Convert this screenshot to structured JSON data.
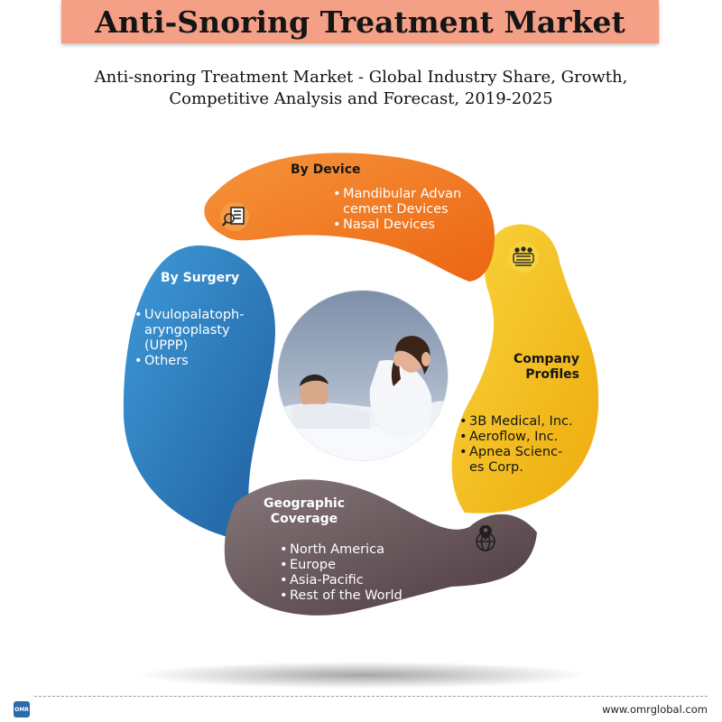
{
  "header": {
    "title": "Anti-Snoring Treatment Market",
    "subtitle_line1": "Anti-snoring Treatment Market - Global Industry Share, Growth,",
    "subtitle_line2": "Competitive Analysis and Forecast, 2019-2025"
  },
  "segments": {
    "device": {
      "title": "By Device",
      "items": [
        "Mandibular Advan",
        "cement Devices",
        "Nasal Devices"
      ],
      "color": "#f07a1c",
      "icon": "report-magnifier-icon"
    },
    "company": {
      "title_line1": "Company",
      "title_line2": "Profiles",
      "items": [
        "3B Medical, Inc.",
        "Aeroflow, Inc.",
        "Apnea Scienc-",
        "es Corp."
      ],
      "color": "#f3c316",
      "icon": "meeting-table-icon"
    },
    "geographic": {
      "title_line1": "Geographic",
      "title_line2": "Coverage",
      "items": [
        "North America",
        "Europe",
        "Asia-Pacific",
        "Rest of the World"
      ],
      "color": "#6e5a5d",
      "icon": "globe-pin-icon"
    },
    "surgery": {
      "title": "By Surgery",
      "items": [
        "Uvulopalatoph-",
        "aryngoplasty",
        "(UPPP)",
        "Others"
      ],
      "color": "#2d85c8"
    }
  },
  "center_image": {
    "icon": "snoring-couple-photo"
  },
  "footer": {
    "url": "www.omrglobal.com",
    "logo_text": "OMR"
  }
}
